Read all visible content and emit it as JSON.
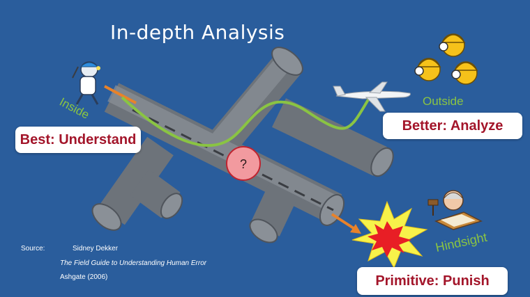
{
  "title": "In-depth Analysis",
  "perspectives": {
    "inside": "Inside",
    "outside": "Outside",
    "hindsight": "Hindsight",
    "unknown_marker": "?"
  },
  "levels": {
    "best": "Best: Understand",
    "better": "Better: Analyze",
    "primitive": "Primitive: Punish"
  },
  "source": {
    "label": "Source:",
    "author": "Sidney Dekker",
    "book": "The Field Guide to Understanding Human Error",
    "publisher": "Ashgate (2006)"
  },
  "colors": {
    "background": "#2a5d9c",
    "pipe": "#7d838b",
    "inside_path": "#8ac443",
    "hindsight_arrow": "#e8822a",
    "box_text": "#a3152a",
    "label_green": "#8ac443"
  }
}
